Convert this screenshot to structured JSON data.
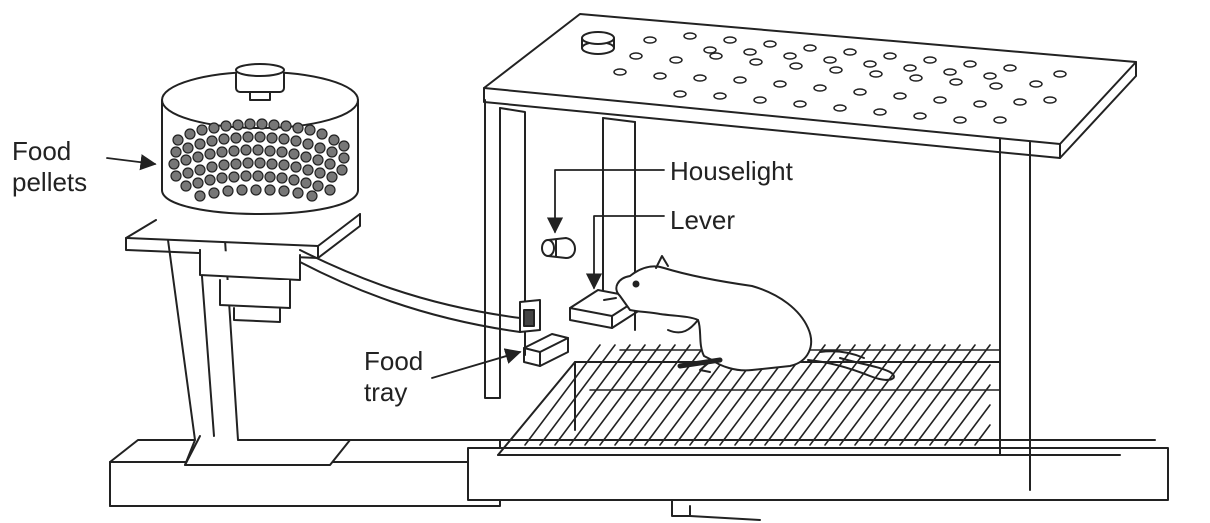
{
  "labels": {
    "food_pellets": "Food\npellets",
    "houselight": "Houselight",
    "lever": "Lever",
    "food_tray": "Food\ntray"
  },
  "colors": {
    "ink": "#222222",
    "background": "#ffffff"
  },
  "icons": {
    "houselight": "bulb-icon",
    "lever": "lever-icon",
    "food_tray": "tray-icon"
  }
}
